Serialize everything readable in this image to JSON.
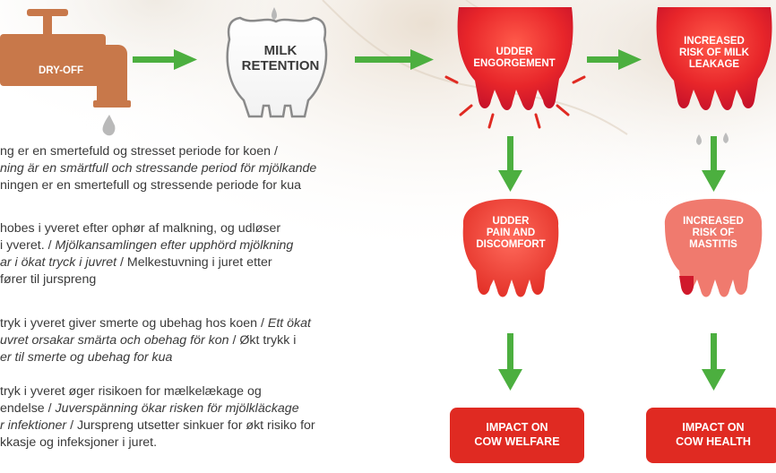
{
  "colors": {
    "arrow": "#4caf3f",
    "tap": "#c8784a",
    "red": "#e02a22",
    "pink": "#f07a6e",
    "text": "#3a3a3a"
  },
  "icons": [
    "faucet-icon",
    "milk-bucket-icon",
    "udder-icon",
    "droplet-icon"
  ],
  "steps": {
    "dry_off": "DRY-OFF",
    "milk_retention": [
      "MILK",
      "RETENTION"
    ],
    "udder_engorgement": [
      "UDDER",
      "ENGORGEMENT"
    ],
    "increased_leakage": [
      "INCREASED",
      "RISK OF MILK",
      "LEAKAGE"
    ],
    "udder_pain": [
      "UDDER",
      "PAIN AND",
      "DISCOMFORT"
    ],
    "increased_mastitis": [
      "INCREASED",
      "RISK OF",
      "MASTITIS"
    ],
    "impact_welfare": [
      "IMPACT ON",
      "COW WELFARE"
    ],
    "impact_health": [
      "IMPACT ON",
      "COW HEALTH"
    ]
  },
  "paragraphs": [
    [
      [
        {
          "t": "ng er en smertefuld og stresset periode for koen / ",
          "i": false
        }
      ],
      [
        {
          "t": "ning är en smärtfull och stressande period för mjölkande",
          "i": true
        }
      ],
      [
        {
          "t": "ningen er en smertefull og stressende periode for kua",
          "i": false
        }
      ]
    ],
    [
      [
        {
          "t": " hobes i yveret efter ophør af malkning, og udløser",
          "i": false
        }
      ],
      [
        {
          "t": " i yveret. / ",
          "i": false
        },
        {
          "t": "Mjölkansamlingen efter upphörd mjölkning",
          "i": true
        }
      ],
      [
        {
          "t": "ar i ökat tryck i juvret",
          "i": true
        },
        {
          "t": " / Melkestuvning i juret etter",
          "i": false
        }
      ],
      [
        {
          "t": " fører til jurspreng",
          "i": false
        }
      ]
    ],
    [
      [
        {
          "t": "tryk i yveret giver smerte og ubehag hos koen / ",
          "i": false
        },
        {
          "t": "Ett ökat",
          "i": true
        }
      ],
      [
        {
          "t": "uvret orsakar smärta och obehag för kon",
          "i": true
        },
        {
          "t": " / Økt trykk i",
          "i": false
        }
      ],
      [
        {
          "t": "er til smerte og ubehag for kua",
          "i": true
        }
      ]
    ],
    [
      [
        {
          "t": "tryk i yveret øger risikoen for mælkelækage og",
          "i": false
        }
      ],
      [
        {
          "t": "endelse / ",
          "i": false
        },
        {
          "t": "Juverspänning ökar risken för mjölkläckage",
          "i": true
        }
      ],
      [
        {
          "t": "r infektioner",
          "i": true
        },
        {
          "t": " / Jurspreng utsetter sinkuer for økt risiko for",
          "i": false
        }
      ],
      [
        {
          "t": "kkasje og infeksjoner i juret.",
          "i": false
        }
      ]
    ]
  ]
}
